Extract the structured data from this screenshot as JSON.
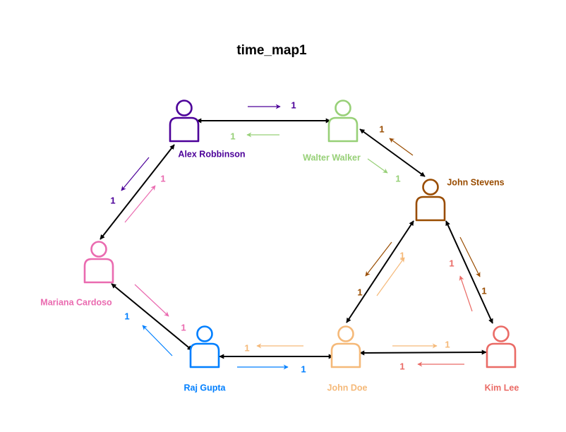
{
  "title": "time_map1",
  "colors": {
    "edge": "#000000",
    "Alex Robbinson": "#4c0099",
    "Walter Walker": "#97d077",
    "John Stevens": "#994c00",
    "Mariana Cardoso": "#ea6bb0",
    "Raj Gupta": "#007fff",
    "John Doe": "#f5b979",
    "Kim Lee": "#ea6b66"
  },
  "nodes": [
    {
      "id": "alex",
      "name": "Alex Robbinson",
      "icon": "person-icon"
    },
    {
      "id": "walter",
      "name": "Walter Walker",
      "icon": "person-icon"
    },
    {
      "id": "john_stevens",
      "name": "John Stevens",
      "icon": "person-icon"
    },
    {
      "id": "mariana",
      "name": "Mariana Cardoso",
      "icon": "person-icon"
    },
    {
      "id": "raj",
      "name": "Raj Gupta",
      "icon": "person-icon"
    },
    {
      "id": "john_doe",
      "name": "John Doe",
      "icon": "person-icon"
    },
    {
      "id": "kim",
      "name": "Kim Lee",
      "icon": "person-icon"
    }
  ],
  "edges": [
    {
      "from": "alex",
      "to": "walter"
    },
    {
      "from": "walter",
      "to": "john_stevens"
    },
    {
      "from": "alex",
      "to": "mariana"
    },
    {
      "from": "mariana",
      "to": "raj"
    },
    {
      "from": "raj",
      "to": "john_doe"
    },
    {
      "from": "john_doe",
      "to": "kim"
    },
    {
      "from": "john_stevens",
      "to": "john_doe"
    },
    {
      "from": "john_stevens",
      "to": "kim"
    }
  ],
  "flows": [
    {
      "from": "alex",
      "to": "walter",
      "label": "1"
    },
    {
      "from": "walter",
      "to": "alex",
      "label": "1"
    },
    {
      "from": "john_stevens",
      "to": "walter",
      "label": "1"
    },
    {
      "from": "walter",
      "to": "john_stevens",
      "label": "1"
    },
    {
      "from": "alex",
      "to": "mariana",
      "label": "1"
    },
    {
      "from": "mariana",
      "to": "alex",
      "label": "1"
    },
    {
      "from": "mariana",
      "to": "raj",
      "label": "1"
    },
    {
      "from": "raj",
      "to": "mariana",
      "label": "1"
    },
    {
      "from": "john_doe",
      "to": "raj",
      "label": "1"
    },
    {
      "from": "raj",
      "to": "john_doe",
      "label": "1"
    },
    {
      "from": "john_doe",
      "to": "kim",
      "label": "1"
    },
    {
      "from": "kim",
      "to": "john_doe",
      "label": "1"
    },
    {
      "from": "john_stevens",
      "to": "john_doe",
      "label": "1"
    },
    {
      "from": "john_doe",
      "to": "john_stevens",
      "label": "1"
    },
    {
      "from": "john_stevens",
      "to": "kim",
      "label": "1"
    },
    {
      "from": "kim",
      "to": "john_stevens",
      "label": "1"
    }
  ]
}
